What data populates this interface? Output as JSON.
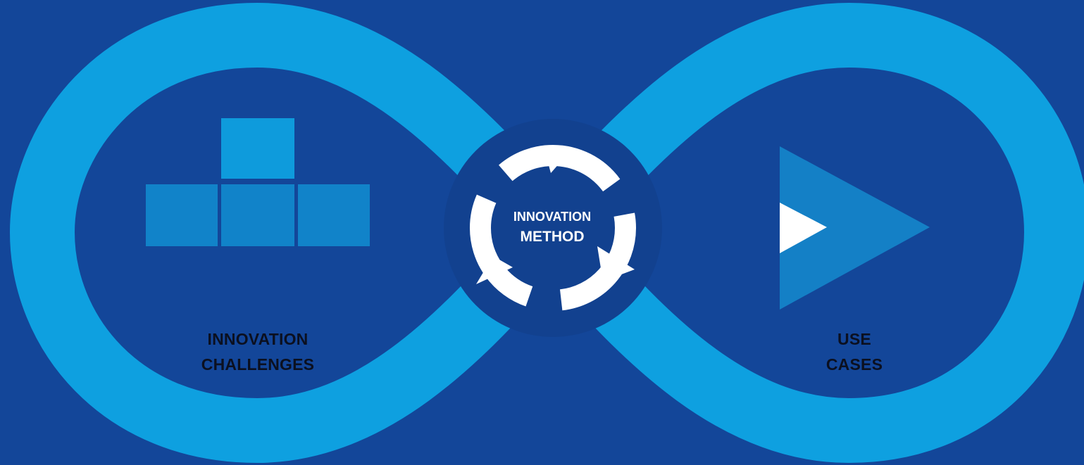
{
  "colors": {
    "background": "#134699",
    "loop_ring": "#0ea0e0",
    "building_block_light": "#0e9bdc",
    "building_block_dark": "#1183c9",
    "play_triangle": "#1480c6",
    "play_small": "#ffffff",
    "cycle_arrows": "#ffffff",
    "center_disc": "#12418f"
  },
  "icons": {
    "left": "building-blocks-icon",
    "center": "cycle-arrows-icon",
    "right": "play-icon"
  },
  "left": {
    "line1": "INNOVATION",
    "line2": "CHALLENGES"
  },
  "center": {
    "line1": "INNOVATION",
    "line2": "METHOD"
  },
  "right": {
    "line1": "USE",
    "line2": "CASES"
  }
}
